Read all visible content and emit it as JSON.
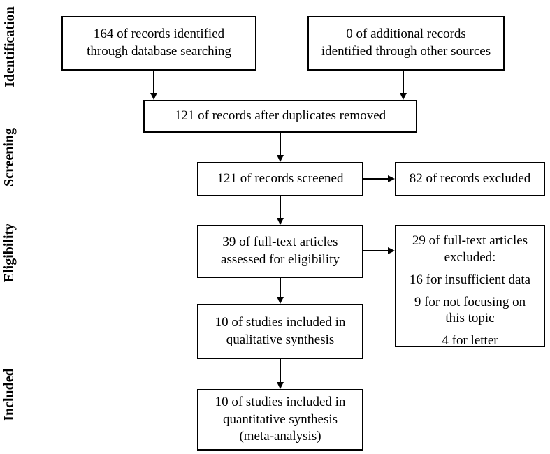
{
  "stages": {
    "identification": "Identification",
    "screening": "Screening",
    "eligibility": "Eligibility",
    "included": "Included"
  },
  "boxes": {
    "db_search": [
      "164 of records identified",
      "through database searching"
    ],
    "other_sources": [
      "0 of additional records",
      "identified through other sources"
    ],
    "duplicates_removed": [
      "121 of records after duplicates removed"
    ],
    "screened": [
      "121 of records screened"
    ],
    "excluded": [
      "82 of records excluded"
    ],
    "fulltext_assessed": [
      "39 of full-text articles",
      "assessed for eligibility"
    ],
    "fulltext_excluded": [
      "29 of full-text articles",
      "excluded:",
      "16 for insufficient data",
      "9 for not focusing on",
      "this topic",
      "4 for letter"
    ],
    "qualitative": [
      "10 of studies included in",
      "qualitative synthesis"
    ],
    "quantitative": [
      "10 of studies included in",
      "quantitative synthesis",
      "(meta-analysis)"
    ]
  }
}
